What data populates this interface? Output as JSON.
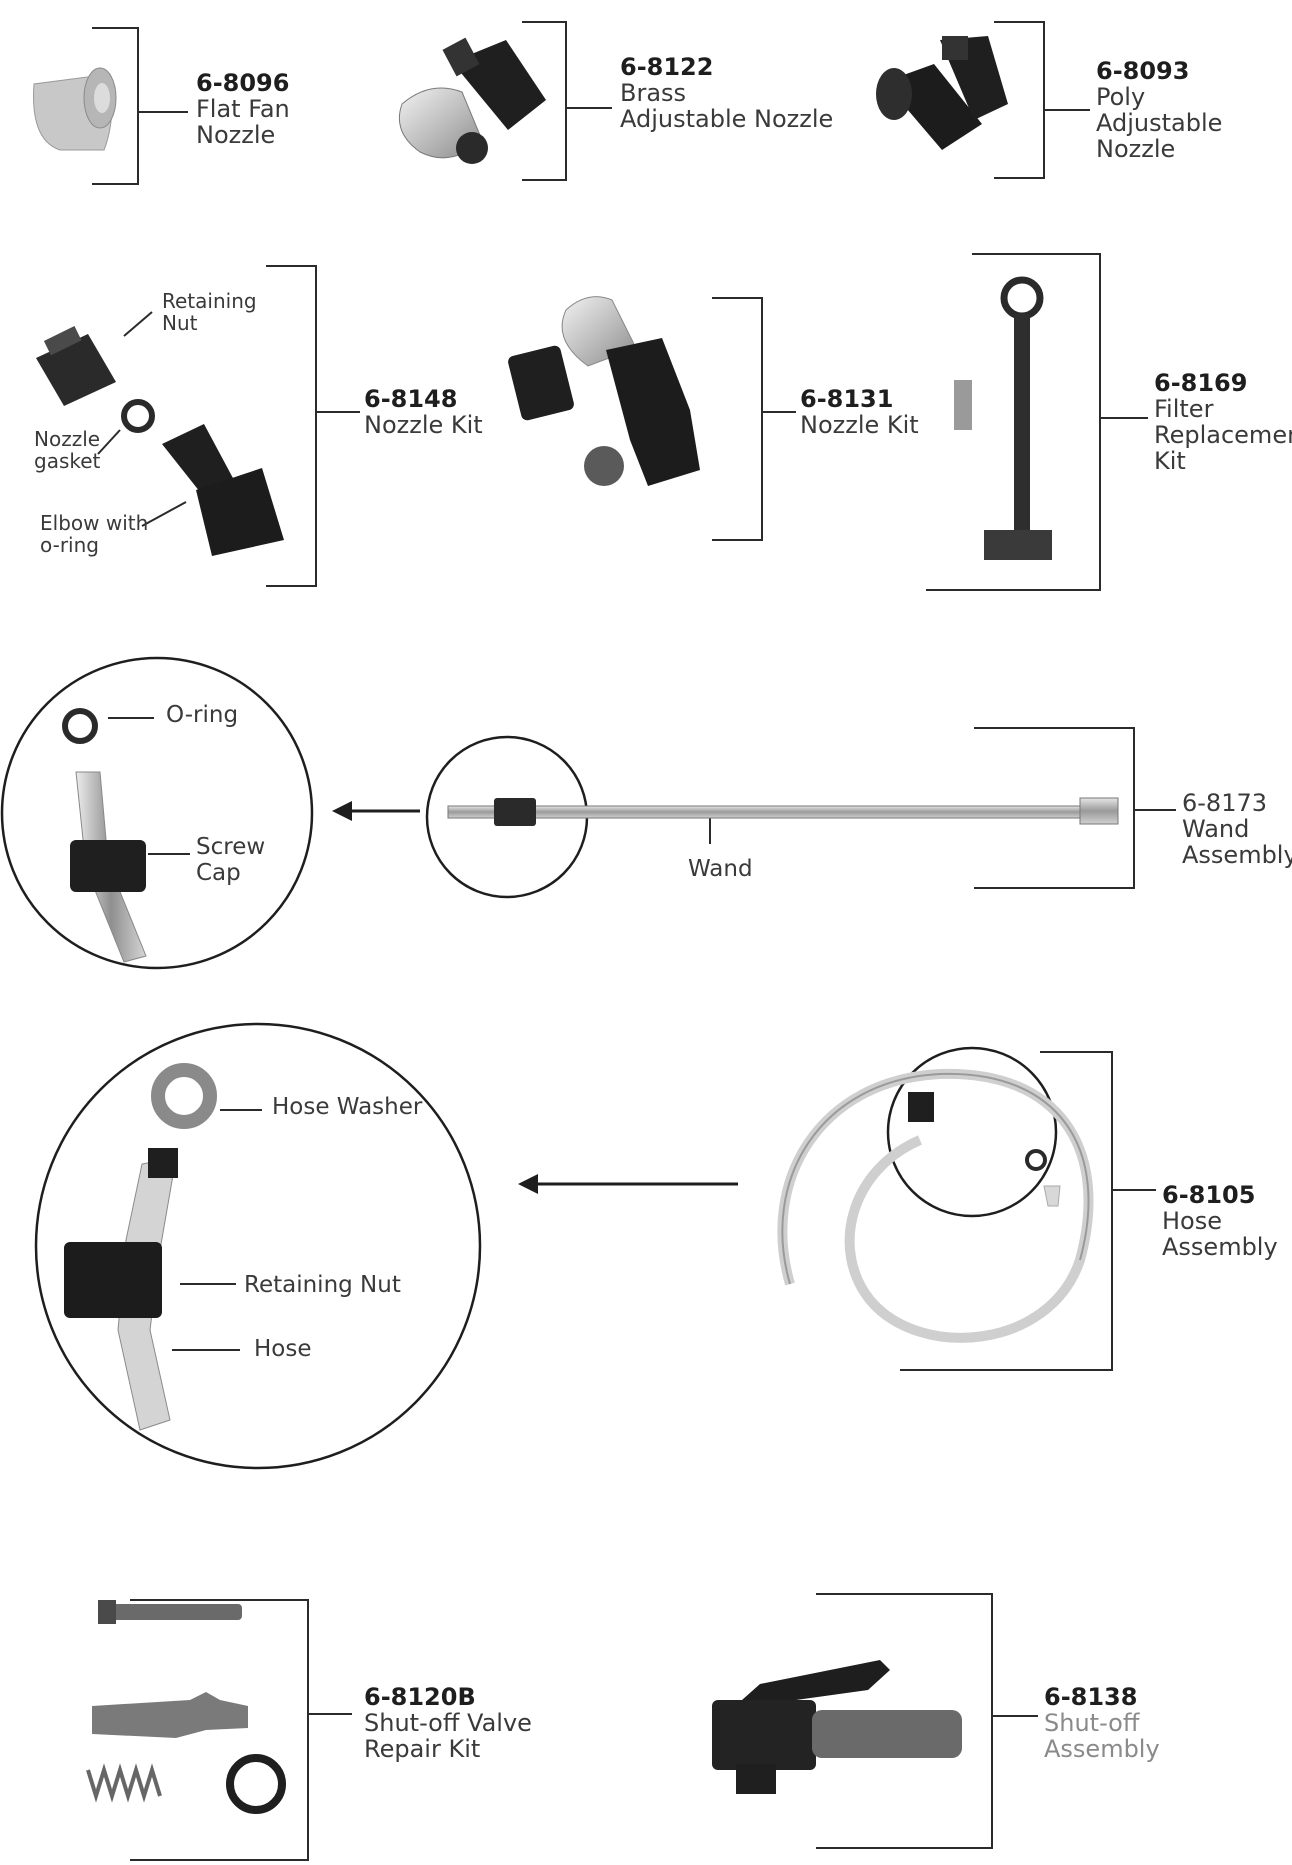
{
  "parts": [
    {
      "id": "flat-fan",
      "number": "6-8096",
      "name_lines": [
        "Flat Fan",
        "Nozzle"
      ]
    },
    {
      "id": "brass-adj",
      "number": "6-8122",
      "name_lines": [
        "Brass",
        "Adjustable Nozzle"
      ]
    },
    {
      "id": "poly-adj",
      "number": "6-8093",
      "name_lines": [
        "Poly",
        "Adjustable",
        "Nozzle"
      ]
    },
    {
      "id": "nozzle-kit-a",
      "number": "6-8148",
      "name_lines": [
        "Nozzle Kit"
      ]
    },
    {
      "id": "nozzle-kit-b",
      "number": "6-8131",
      "name_lines": [
        "Nozzle Kit"
      ]
    },
    {
      "id": "filter-kit",
      "number": "6-8169",
      "name_lines": [
        "Filter",
        "Replacement",
        "Kit"
      ]
    },
    {
      "id": "wand",
      "number": "6-8173",
      "name_lines": [
        "Wand",
        "Assembly"
      ]
    },
    {
      "id": "hose",
      "number": "6-8105",
      "name_lines": [
        "Hose",
        "Assembly"
      ]
    },
    {
      "id": "shutoff-kit",
      "number": "6-8120B",
      "name_lines": [
        "Shut-off Valve",
        "Repair Kit"
      ]
    },
    {
      "id": "shutoff-assy",
      "number": "6-8138",
      "name_lines": [
        "Shut-off",
        "Assembly"
      ]
    }
  ],
  "callouts": {
    "retaining_nut": [
      "Retaining",
      "Nut"
    ],
    "nozzle_gasket": [
      "Nozzle",
      "gasket"
    ],
    "elbow": [
      "Elbow with",
      "o-ring"
    ],
    "wand_oring": "O-ring",
    "screw_cap": [
      "Screw",
      "Cap"
    ],
    "wand": "Wand",
    "hose_washer": "Hose Washer",
    "hose_retaining_nut": "Retaining Nut",
    "hose": "Hose"
  },
  "colors": {
    "ink": "#2b2b2b",
    "part_dark": "#1f1f1f",
    "part_mid": "#6b6b6b",
    "part_light": "#c9c9c9"
  }
}
